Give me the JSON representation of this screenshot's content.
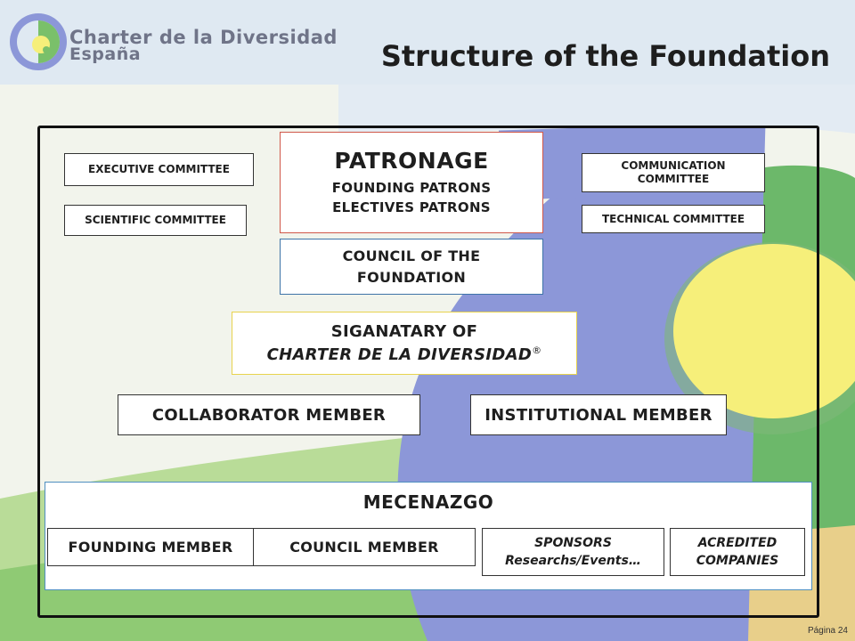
{
  "header": {
    "logo_line1": "Charter de la Diversidad",
    "logo_line2": "España",
    "title": "Structure of the Foundation"
  },
  "diagram": {
    "executive": "EXECUTIVE COMMITTEE",
    "scientific": "SCIENTIFIC COMMITTEE",
    "communication_line1": "COMMUNICATION",
    "communication_line2": "COMMITTEE",
    "technical": "TECHNICAL COMMITTEE",
    "patronage_title": "PATRONAGE",
    "patronage_line1": "FOUNDING PATRONS",
    "patronage_line2": "ELECTIVES PATRONS",
    "council_line1": "COUNCIL OF THE",
    "council_line2": "FOUNDATION",
    "signatary_line1": "SIGANATARY OF",
    "signatary_line2": "CHARTER DE LA DIVERSIDAD",
    "signatary_mark": "®",
    "collaborator": "COLLABORATOR MEMBER",
    "institutional": "INSTITUTIONAL MEMBER",
    "mecenazgo": {
      "title": "MECENAZGO",
      "founding": "FOUNDING MEMBER",
      "council": "COUNCIL MEMBER",
      "sponsors_line1": "SPONSORS",
      "sponsors_line2": "Researchs/Events…",
      "acredited_line1": "ACREDITED",
      "acredited_line2": "COMPANIES"
    }
  },
  "footer": {
    "page": "Página 24"
  },
  "colors": {
    "patronage_border": "#d0584a",
    "council_border": "#3e74a8",
    "signatary_border": "#e8d34e",
    "mecenazgo_border": "#4f8fc0"
  }
}
